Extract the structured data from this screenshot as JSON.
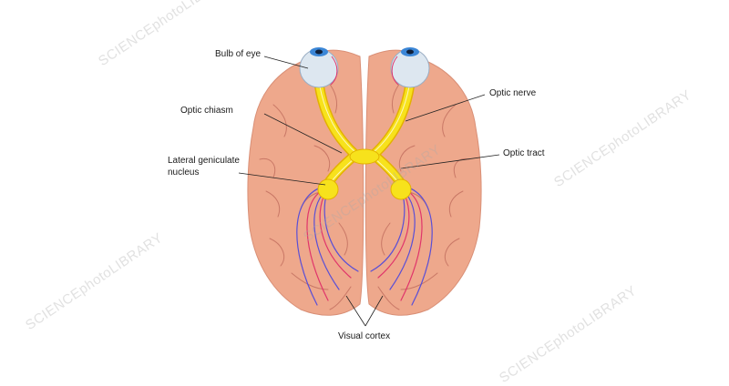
{
  "labels": {
    "bulb_of_eye": "Bulb of eye",
    "optic_chiasm": "Optic chiasm",
    "lateral_geniculate": "Lateral geniculate\nnucleus",
    "optic_nerve": "Optic nerve",
    "optic_tract": "Optic tract",
    "visual_cortex": "Visual cortex"
  },
  "watermark": {
    "text": "SCIENCEphotoLIBRARY"
  },
  "colors": {
    "brain_fill": "#eea88c",
    "brain_groove": "#c97866",
    "optic_pathway": "#f7e21c",
    "pathway_outline": "#e3b100",
    "radiation_blue": "#5a4fd6",
    "radiation_red": "#e0356b",
    "eye_white": "#dde7f0",
    "iris": "#3b86d6"
  }
}
